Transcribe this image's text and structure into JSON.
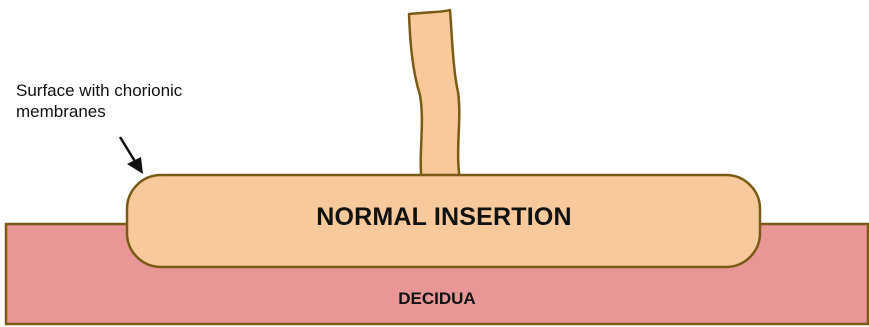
{
  "labels": {
    "callout_line1": "Surface with chorionic",
    "callout_line2": "membranes",
    "placenta": "NORMAL INSERTION",
    "decidua": "DECIDUA"
  },
  "colors": {
    "decidua_fill": "#e89696",
    "decidua_stroke": "#7a5a14",
    "placenta_fill": "#f7c99b",
    "placenta_stroke": "#7a5a14",
    "cord_fill": "#f7c99b",
    "arrow": "#111111",
    "text": "#111111"
  },
  "icons": {
    "pointer": "arrow-icon"
  }
}
